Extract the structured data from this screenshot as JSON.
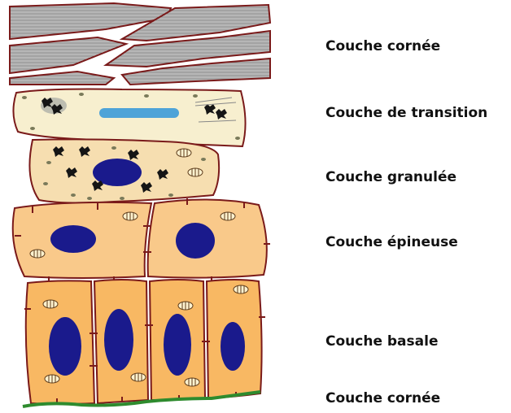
{
  "layers": [
    {
      "id": "corneum",
      "label": "Couche cornée"
    },
    {
      "id": "transition",
      "label": "Couche de transition"
    },
    {
      "id": "granular",
      "label": "Couche granulée"
    },
    {
      "id": "spinous",
      "label": "Couche épineuse"
    },
    {
      "id": "basal",
      "label": "Couche basale"
    },
    {
      "id": "bottom",
      "label": "Couche cornée"
    }
  ],
  "colors": {
    "cell_border": "#7a1a1a",
    "corneum_fill": "#b8b8b8",
    "transition_fill": "#f7efcf",
    "granular_fill": "#f6deb0",
    "spinous_fill": "#f9c98a",
    "basal_fill": "#f8b863",
    "nucleus": "#1a1a8c",
    "flat_nucleus": "#4ea3d8",
    "basement_membrane": "#2e8b2e"
  }
}
